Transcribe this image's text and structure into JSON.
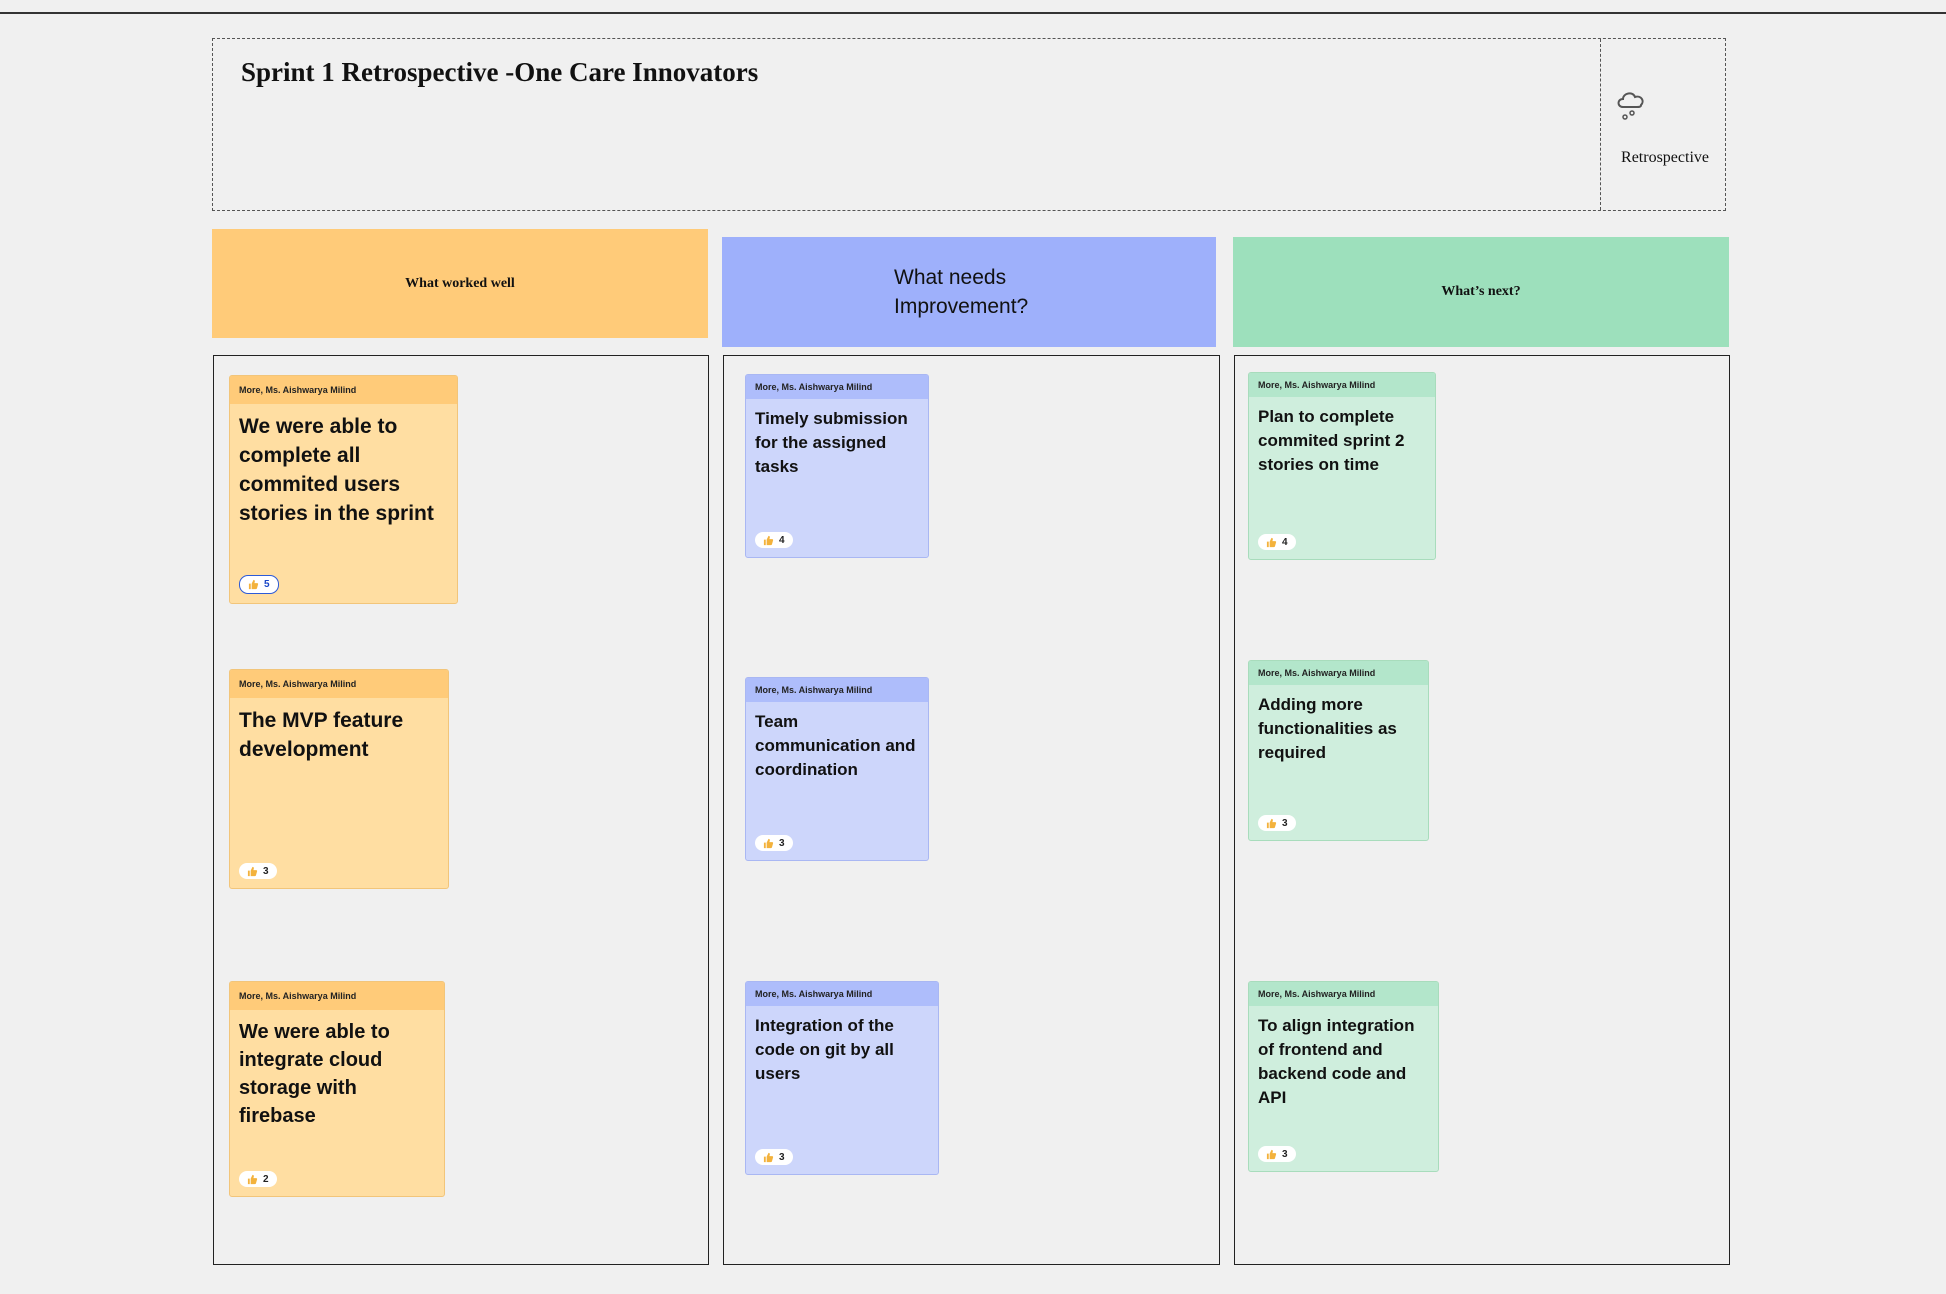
{
  "board": {
    "title": "Sprint 1 Retrospective -One Care Innovators",
    "template_label": "Retrospective",
    "template_icon": "cloud-rain-icon"
  },
  "columns": [
    {
      "title": "What worked well",
      "color": "#ffcb79",
      "cards": [
        {
          "author": "More, Ms. Aishwarya Milind",
          "text": "We were able to complete all commited users stories in the sprint",
          "votes": "5"
        },
        {
          "author": "More, Ms. Aishwarya Milind",
          "text": "The MVP feature development",
          "votes": "3"
        },
        {
          "author": "More, Ms. Aishwarya Milind",
          "text": "We were able to integrate cloud storage with firebase",
          "votes": "2"
        }
      ]
    },
    {
      "title_line1": "What needs",
      "title_line2": "Improvement?",
      "color": "#9eb0fb",
      "cards": [
        {
          "author": "More, Ms. Aishwarya Milind",
          "text": "Timely submission for the assigned tasks",
          "votes": "4"
        },
        {
          "author": "More, Ms. Aishwarya Milind",
          "text": "Team communication and coordination",
          "votes": "3"
        },
        {
          "author": "More, Ms. Aishwarya Milind",
          "text": "Integration of the code on git by all users",
          "votes": "3"
        }
      ]
    },
    {
      "title": "What’s next?",
      "color": "#9de0bc",
      "cards": [
        {
          "author": "More, Ms. Aishwarya Milind",
          "text": "Plan to complete commited sprint 2 stories on time",
          "votes": "4"
        },
        {
          "author": "More, Ms. Aishwarya Milind",
          "text": "Adding more functionalities as required",
          "votes": "3"
        },
        {
          "author": "More, Ms. Aishwarya Milind",
          "text": "To align integration of frontend and backend code  and API",
          "votes": "3"
        }
      ]
    }
  ],
  "vote_icon": "thumbs-up-icon"
}
